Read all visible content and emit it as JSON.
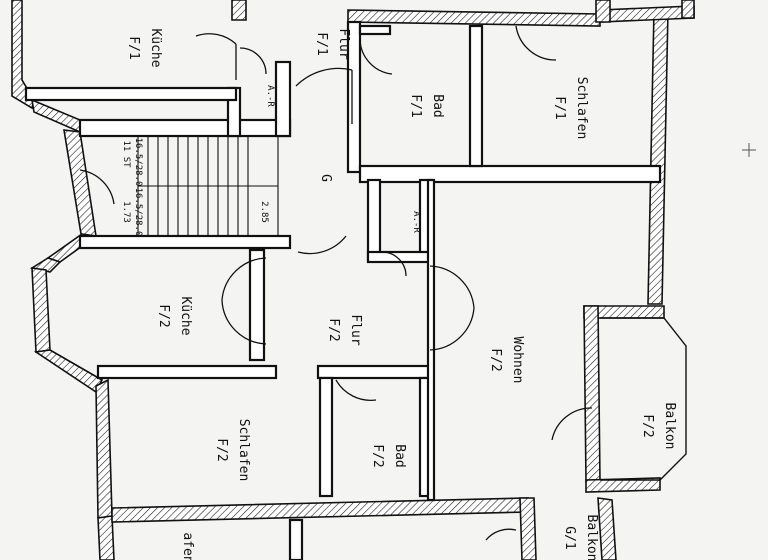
{
  "rooms": {
    "f1_kueche": {
      "unit": "F/1",
      "name": "Küche"
    },
    "f1_flur": {
      "unit": "F/1",
      "name": "Flur"
    },
    "f1_bad": {
      "unit": "F/1",
      "name": "Bad"
    },
    "f1_schlafen": {
      "unit": "F/1",
      "name": "Schlafen"
    },
    "f2_kueche": {
      "unit": "F/2",
      "name": "Küche"
    },
    "f2_flur": {
      "unit": "F/2",
      "name": "Flur"
    },
    "f2_bad": {
      "unit": "F/2",
      "name": "Bad"
    },
    "f2_schlafen": {
      "unit": "F/2",
      "name": "Schlafen"
    },
    "f2_wohnen": {
      "unit": "F/2",
      "name": "Wohnen"
    },
    "f2_balkon": {
      "unit": "F/2",
      "name": "Balkon"
    },
    "g1_balkon": {
      "unit": "G/1",
      "name": "Balkon"
    },
    "partial_room": {
      "name": "afen"
    }
  },
  "stair_hall": {
    "label": "G"
  },
  "meter_tags": {
    "f1": "A.-R",
    "f2": "A.-R"
  },
  "stair_dims": [
    "11 ST",
    "16.5/28.0",
    "1.73",
    "16.5/28.0",
    "2.85"
  ]
}
